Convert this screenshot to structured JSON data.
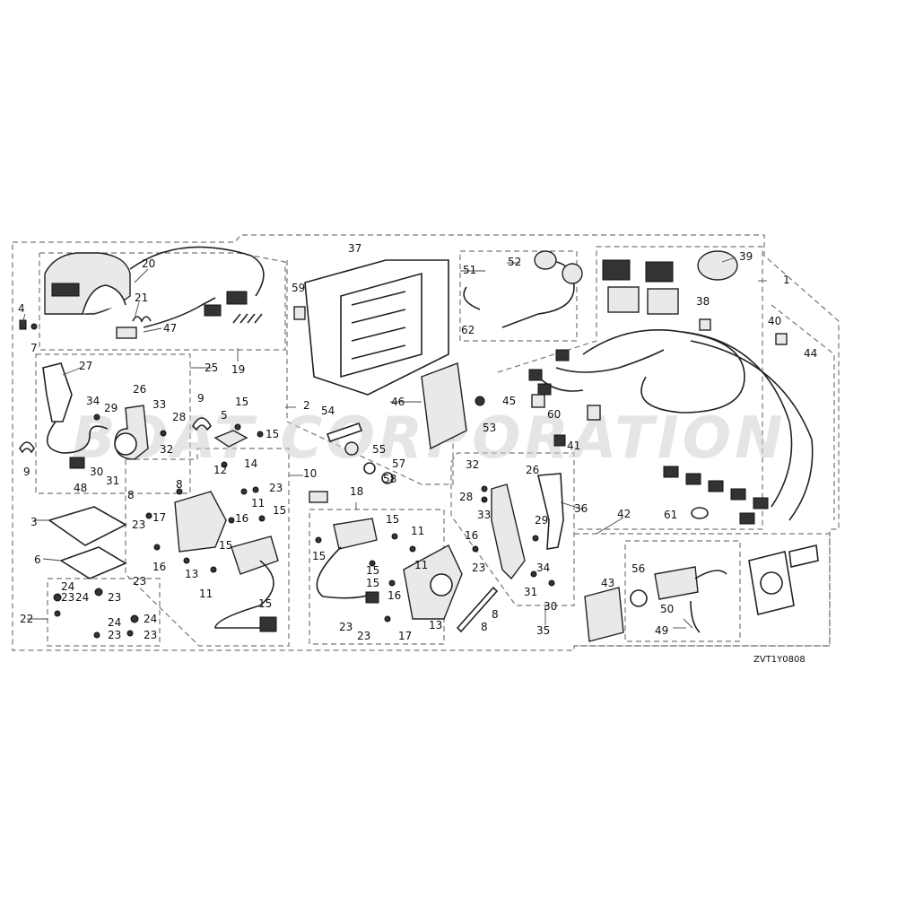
{
  "diagram": {
    "code": "ZVT1Y0808",
    "watermark": "BOAT CORPORATION",
    "callouts": [
      {
        "id": "c20",
        "text": "20"
      },
      {
        "id": "c21",
        "text": "21"
      },
      {
        "id": "c47",
        "text": "47"
      },
      {
        "id": "c19",
        "text": "19"
      },
      {
        "id": "c4",
        "text": "4"
      },
      {
        "id": "c7",
        "text": "7"
      },
      {
        "id": "c27",
        "text": "27"
      },
      {
        "id": "c25",
        "text": "25"
      },
      {
        "id": "c26",
        "text": "26"
      },
      {
        "id": "c34a",
        "text": "34"
      },
      {
        "id": "c29a",
        "text": "29"
      },
      {
        "id": "c33a",
        "text": "33"
      },
      {
        "id": "c28a",
        "text": "28"
      },
      {
        "id": "c9a",
        "text": "9"
      },
      {
        "id": "c5",
        "text": "5"
      },
      {
        "id": "c15a",
        "text": "15"
      },
      {
        "id": "c15b",
        "text": "15"
      },
      {
        "id": "c32a",
        "text": "32"
      },
      {
        "id": "c9b",
        "text": "9"
      },
      {
        "id": "c30a",
        "text": "30"
      },
      {
        "id": "c31a",
        "text": "31"
      },
      {
        "id": "c48",
        "text": "48"
      },
      {
        "id": "c2",
        "text": "2"
      },
      {
        "id": "c37",
        "text": "37"
      },
      {
        "id": "c59",
        "text": "59"
      },
      {
        "id": "c54",
        "text": "54"
      },
      {
        "id": "c55",
        "text": "55"
      },
      {
        "id": "c57",
        "text": "57"
      },
      {
        "id": "c58",
        "text": "58"
      },
      {
        "id": "c46",
        "text": "46"
      },
      {
        "id": "c53",
        "text": "53"
      },
      {
        "id": "c51",
        "text": "51"
      },
      {
        "id": "c52",
        "text": "52"
      },
      {
        "id": "c62",
        "text": "62"
      },
      {
        "id": "c45",
        "text": "45"
      },
      {
        "id": "c60",
        "text": "60"
      },
      {
        "id": "c41",
        "text": "41"
      },
      {
        "id": "c39",
        "text": "39"
      },
      {
        "id": "c1",
        "text": "1"
      },
      {
        "id": "c38",
        "text": "38"
      },
      {
        "id": "c40",
        "text": "40"
      },
      {
        "id": "c44",
        "text": "44"
      },
      {
        "id": "c61",
        "text": "61"
      },
      {
        "id": "c12",
        "text": "12"
      },
      {
        "id": "c14",
        "text": "14"
      },
      {
        "id": "c10",
        "text": "10"
      },
      {
        "id": "c8a",
        "text": "8"
      },
      {
        "id": "c8b",
        "text": "8"
      },
      {
        "id": "c23a",
        "text": "23"
      },
      {
        "id": "c17a",
        "text": "17"
      },
      {
        "id": "c11a",
        "text": "11"
      },
      {
        "id": "c16a",
        "text": "16"
      },
      {
        "id": "c15c",
        "text": "15"
      },
      {
        "id": "c23b",
        "text": "23"
      },
      {
        "id": "c16b",
        "text": "16"
      },
      {
        "id": "c15d",
        "text": "15"
      },
      {
        "id": "c23c",
        "text": "23"
      },
      {
        "id": "c13a",
        "text": "13"
      },
      {
        "id": "c11b",
        "text": "11"
      },
      {
        "id": "c15e",
        "text": "15"
      },
      {
        "id": "c3",
        "text": "3"
      },
      {
        "id": "c6",
        "text": "6"
      },
      {
        "id": "c22",
        "text": "22"
      },
      {
        "id": "c24a",
        "text": "24"
      },
      {
        "id": "c23d",
        "text": "23"
      },
      {
        "id": "c24b",
        "text": "24"
      },
      {
        "id": "c23e",
        "text": "23"
      },
      {
        "id": "c24c",
        "text": "24"
      },
      {
        "id": "c24d",
        "text": "24"
      },
      {
        "id": "c23f",
        "text": "23"
      },
      {
        "id": "c23g",
        "text": "23"
      },
      {
        "id": "c18",
        "text": "18"
      },
      {
        "id": "c15f",
        "text": "15"
      },
      {
        "id": "c15g",
        "text": "15"
      },
      {
        "id": "c11c",
        "text": "11"
      },
      {
        "id": "c15h",
        "text": "15"
      },
      {
        "id": "c11d",
        "text": "11"
      },
      {
        "id": "c16c",
        "text": "16"
      },
      {
        "id": "c23h",
        "text": "23"
      },
      {
        "id": "c15i",
        "text": "15"
      },
      {
        "id": "c16d",
        "text": "16"
      },
      {
        "id": "c8c",
        "text": "8"
      },
      {
        "id": "c8d",
        "text": "8"
      },
      {
        "id": "c13b",
        "text": "13"
      },
      {
        "id": "c17b",
        "text": "17"
      },
      {
        "id": "c23i",
        "text": "23"
      },
      {
        "id": "c23j",
        "text": "23"
      },
      {
        "id": "c32b",
        "text": "32"
      },
      {
        "id": "c28b",
        "text": "28"
      },
      {
        "id": "c26b",
        "text": "26"
      },
      {
        "id": "c33b",
        "text": "33"
      },
      {
        "id": "c36",
        "text": "36"
      },
      {
        "id": "c29b",
        "text": "29"
      },
      {
        "id": "c34b",
        "text": "34"
      },
      {
        "id": "c31b",
        "text": "31"
      },
      {
        "id": "c30b",
        "text": "30"
      },
      {
        "id": "c35",
        "text": "35"
      },
      {
        "id": "c42",
        "text": "42"
      },
      {
        "id": "c43",
        "text": "43"
      },
      {
        "id": "c56",
        "text": "56"
      },
      {
        "id": "c50",
        "text": "50"
      },
      {
        "id": "c49",
        "text": "49"
      }
    ]
  }
}
